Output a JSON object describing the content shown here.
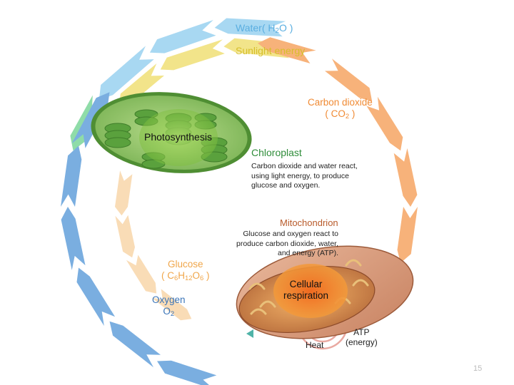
{
  "labels": {
    "water": {
      "text": "Water( H",
      "sub": "2",
      "after": "O )"
    },
    "sunlight": "Sunlight energy",
    "co2_name": "Carbon dioxide",
    "co2_formula": {
      "text": "( CO",
      "sub": "2",
      "after": " )"
    },
    "chloroplast": "Chloroplast",
    "chloroplast_desc": "Carbon dioxide and water react, using light energy, to produce glucose and oxygen.",
    "mitochondrion": "Mitochondrion",
    "mitochondrion_desc": "Glucose and oxygen react to produce carbon dioxide, water, and energy (ATP).",
    "glucose_name": "Glucose",
    "glucose_formula": {
      "p1": "( C",
      "s1": "6",
      "p2": "H",
      "s2": "12",
      "p3": "O",
      "s3": "6",
      "p4": " )"
    },
    "oxygen_name": "Oxygen",
    "oxygen_formula": {
      "text": "O",
      "sub": "2"
    },
    "atp_line1": "ATP",
    "atp_line2": "(energy)",
    "heat": "Heat",
    "photosynthesis": "Photosynthesis",
    "cell_resp_line1": "Cellular",
    "cell_resp_line2": "respiration",
    "page_number": "15"
  },
  "colors": {
    "water": "#5aaee0",
    "sunlight": "#d6bf2a",
    "carbon_dioxide": "#f08a33",
    "glucose": "#f0a64a",
    "oxygen": "#3a74b8",
    "chloroplast": "#2f8d3a",
    "mitochondrion": "#b85a2a"
  }
}
